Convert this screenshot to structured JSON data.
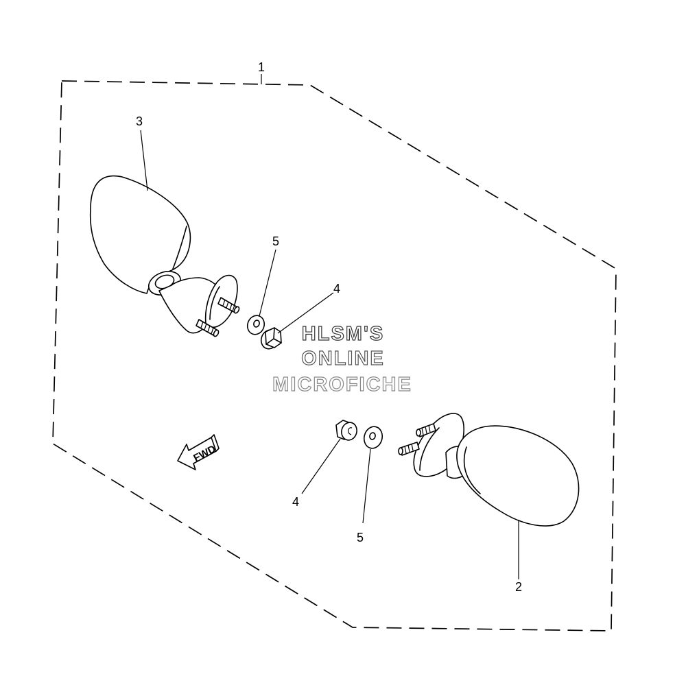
{
  "callouts": {
    "kit": "1",
    "right_mirror": "2",
    "left_mirror": "3",
    "nut_upper": "4",
    "washer_upper": "5",
    "nut_lower": "4",
    "washer_lower": "5"
  },
  "watermark": {
    "line1": "HLSM'S",
    "line2": "ONLINE",
    "line3": "MICROFICHE",
    "color_dark": "#333333",
    "color_light": "#888888"
  },
  "direction_arrow": {
    "label": "FWD"
  }
}
